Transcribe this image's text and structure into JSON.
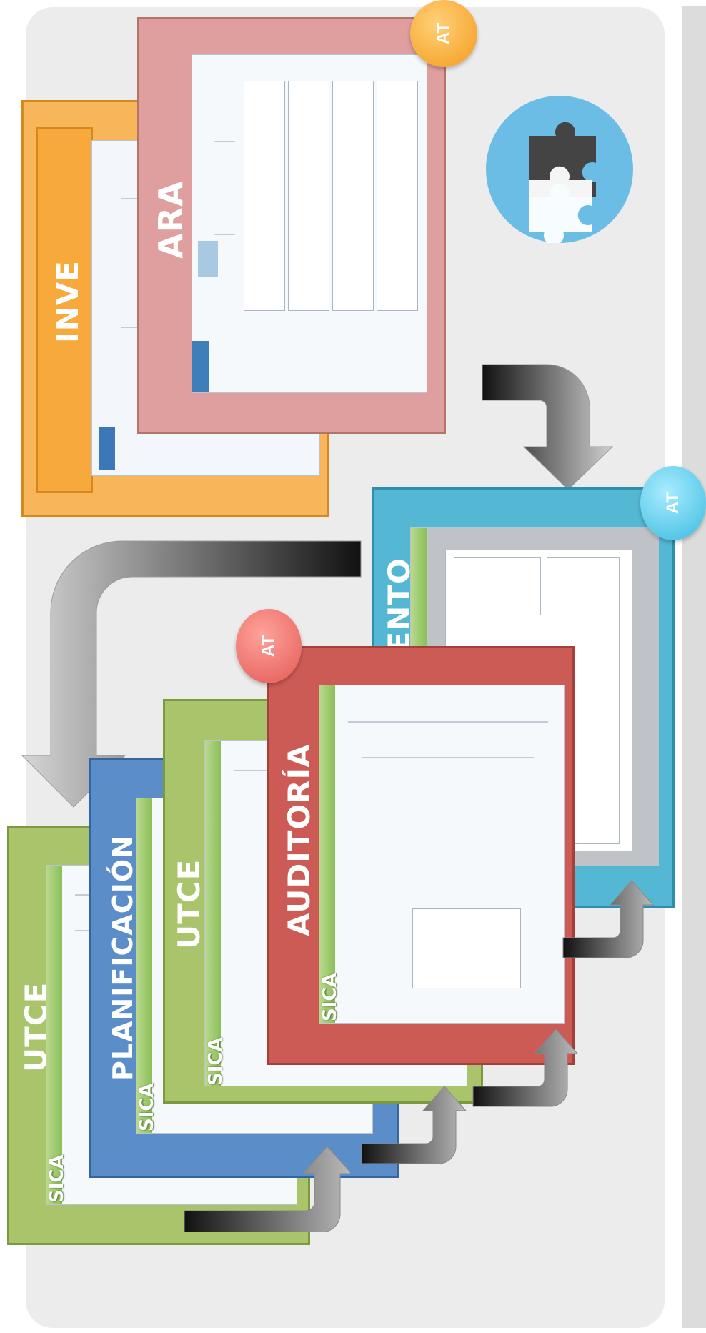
{
  "frames": {
    "inve": "INVE",
    "ara": "ARA",
    "seguimiento": "SEGUIMIENTO",
    "auditoria": "AUDITORÍA",
    "utce_front": "UTCE",
    "planificacion": "PLANIFICACIÓN",
    "utce_back": "UTCE"
  },
  "badges": {
    "ara": "AT",
    "seguimiento": "AT",
    "auditoria": "AT"
  },
  "screenshot_logo": "SICA",
  "colors": {
    "utce": "#a9c46a",
    "planificacion": "#5b8ec9",
    "auditoria": "#cd5b55",
    "seguimiento": "#54b7d3",
    "ara": "#df9f9f",
    "inve": "#f7a93c",
    "puzzle_circle": "#6bbde6"
  }
}
